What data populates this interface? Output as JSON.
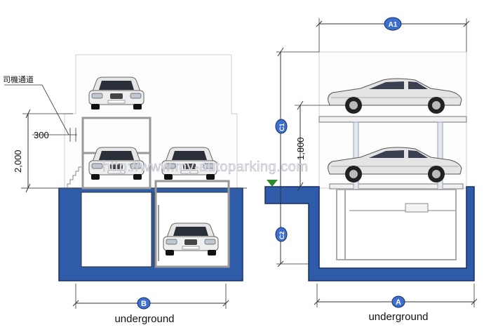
{
  "labels": {
    "left_caption": "underground",
    "right_caption": "underground",
    "marker_b": "B",
    "marker_a": "A",
    "marker_a1": "A1",
    "marker_c1": "C1",
    "marker_c2": "C2",
    "dim_300": "300",
    "dim_2000": "2,000",
    "dim_1800": "1,800",
    "side_note": "司機通道",
    "watermark": "http://www.my-autoparking.com"
  },
  "colors": {
    "pit_blue": "#2f5ca8",
    "pit_outline": "#1a2f66",
    "marker_blue": "#3d6fd1",
    "ground_arrow": "#2e8b2e",
    "structure_gray": "#9a9a9a",
    "wall_fill": "#fdfdfd"
  },
  "icons": {
    "car_front": "car-front-icon",
    "car_side": "car-side-icon",
    "ground_level": "ground-level-triangle-icon"
  }
}
